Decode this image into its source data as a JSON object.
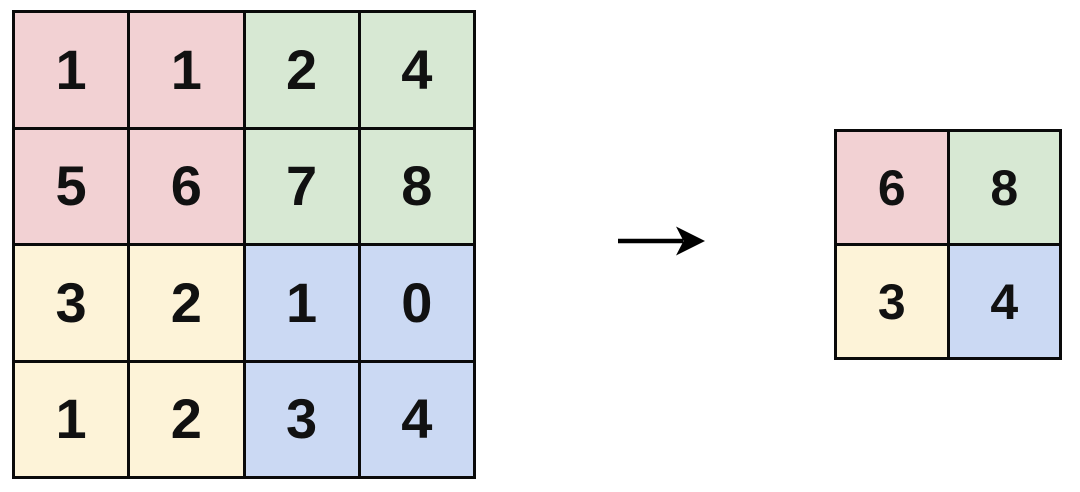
{
  "colors": {
    "pink": "#f2d1d3",
    "green": "#d7e8d3",
    "yellow": "#fdf3d8",
    "blue": "#cbd9f3",
    "grid_line": "#0a0a0a",
    "background": "#ffffff",
    "arrow": "#000000"
  },
  "input_grid": {
    "rows": 4,
    "cols": 4,
    "cells": [
      {
        "value": "1",
        "color": "pink"
      },
      {
        "value": "1",
        "color": "pink"
      },
      {
        "value": "2",
        "color": "green"
      },
      {
        "value": "4",
        "color": "green"
      },
      {
        "value": "5",
        "color": "pink"
      },
      {
        "value": "6",
        "color": "pink"
      },
      {
        "value": "7",
        "color": "green"
      },
      {
        "value": "8",
        "color": "green"
      },
      {
        "value": "3",
        "color": "yellow"
      },
      {
        "value": "2",
        "color": "yellow"
      },
      {
        "value": "1",
        "color": "blue"
      },
      {
        "value": "0",
        "color": "blue"
      },
      {
        "value": "1",
        "color": "yellow"
      },
      {
        "value": "2",
        "color": "yellow"
      },
      {
        "value": "3",
        "color": "blue"
      },
      {
        "value": "4",
        "color": "blue"
      }
    ]
  },
  "output_grid": {
    "rows": 2,
    "cols": 2,
    "cells": [
      {
        "value": "6",
        "color": "pink"
      },
      {
        "value": "8",
        "color": "green"
      },
      {
        "value": "3",
        "color": "yellow"
      },
      {
        "value": "4",
        "color": "blue"
      }
    ]
  },
  "arrow": {
    "direction": "right"
  }
}
